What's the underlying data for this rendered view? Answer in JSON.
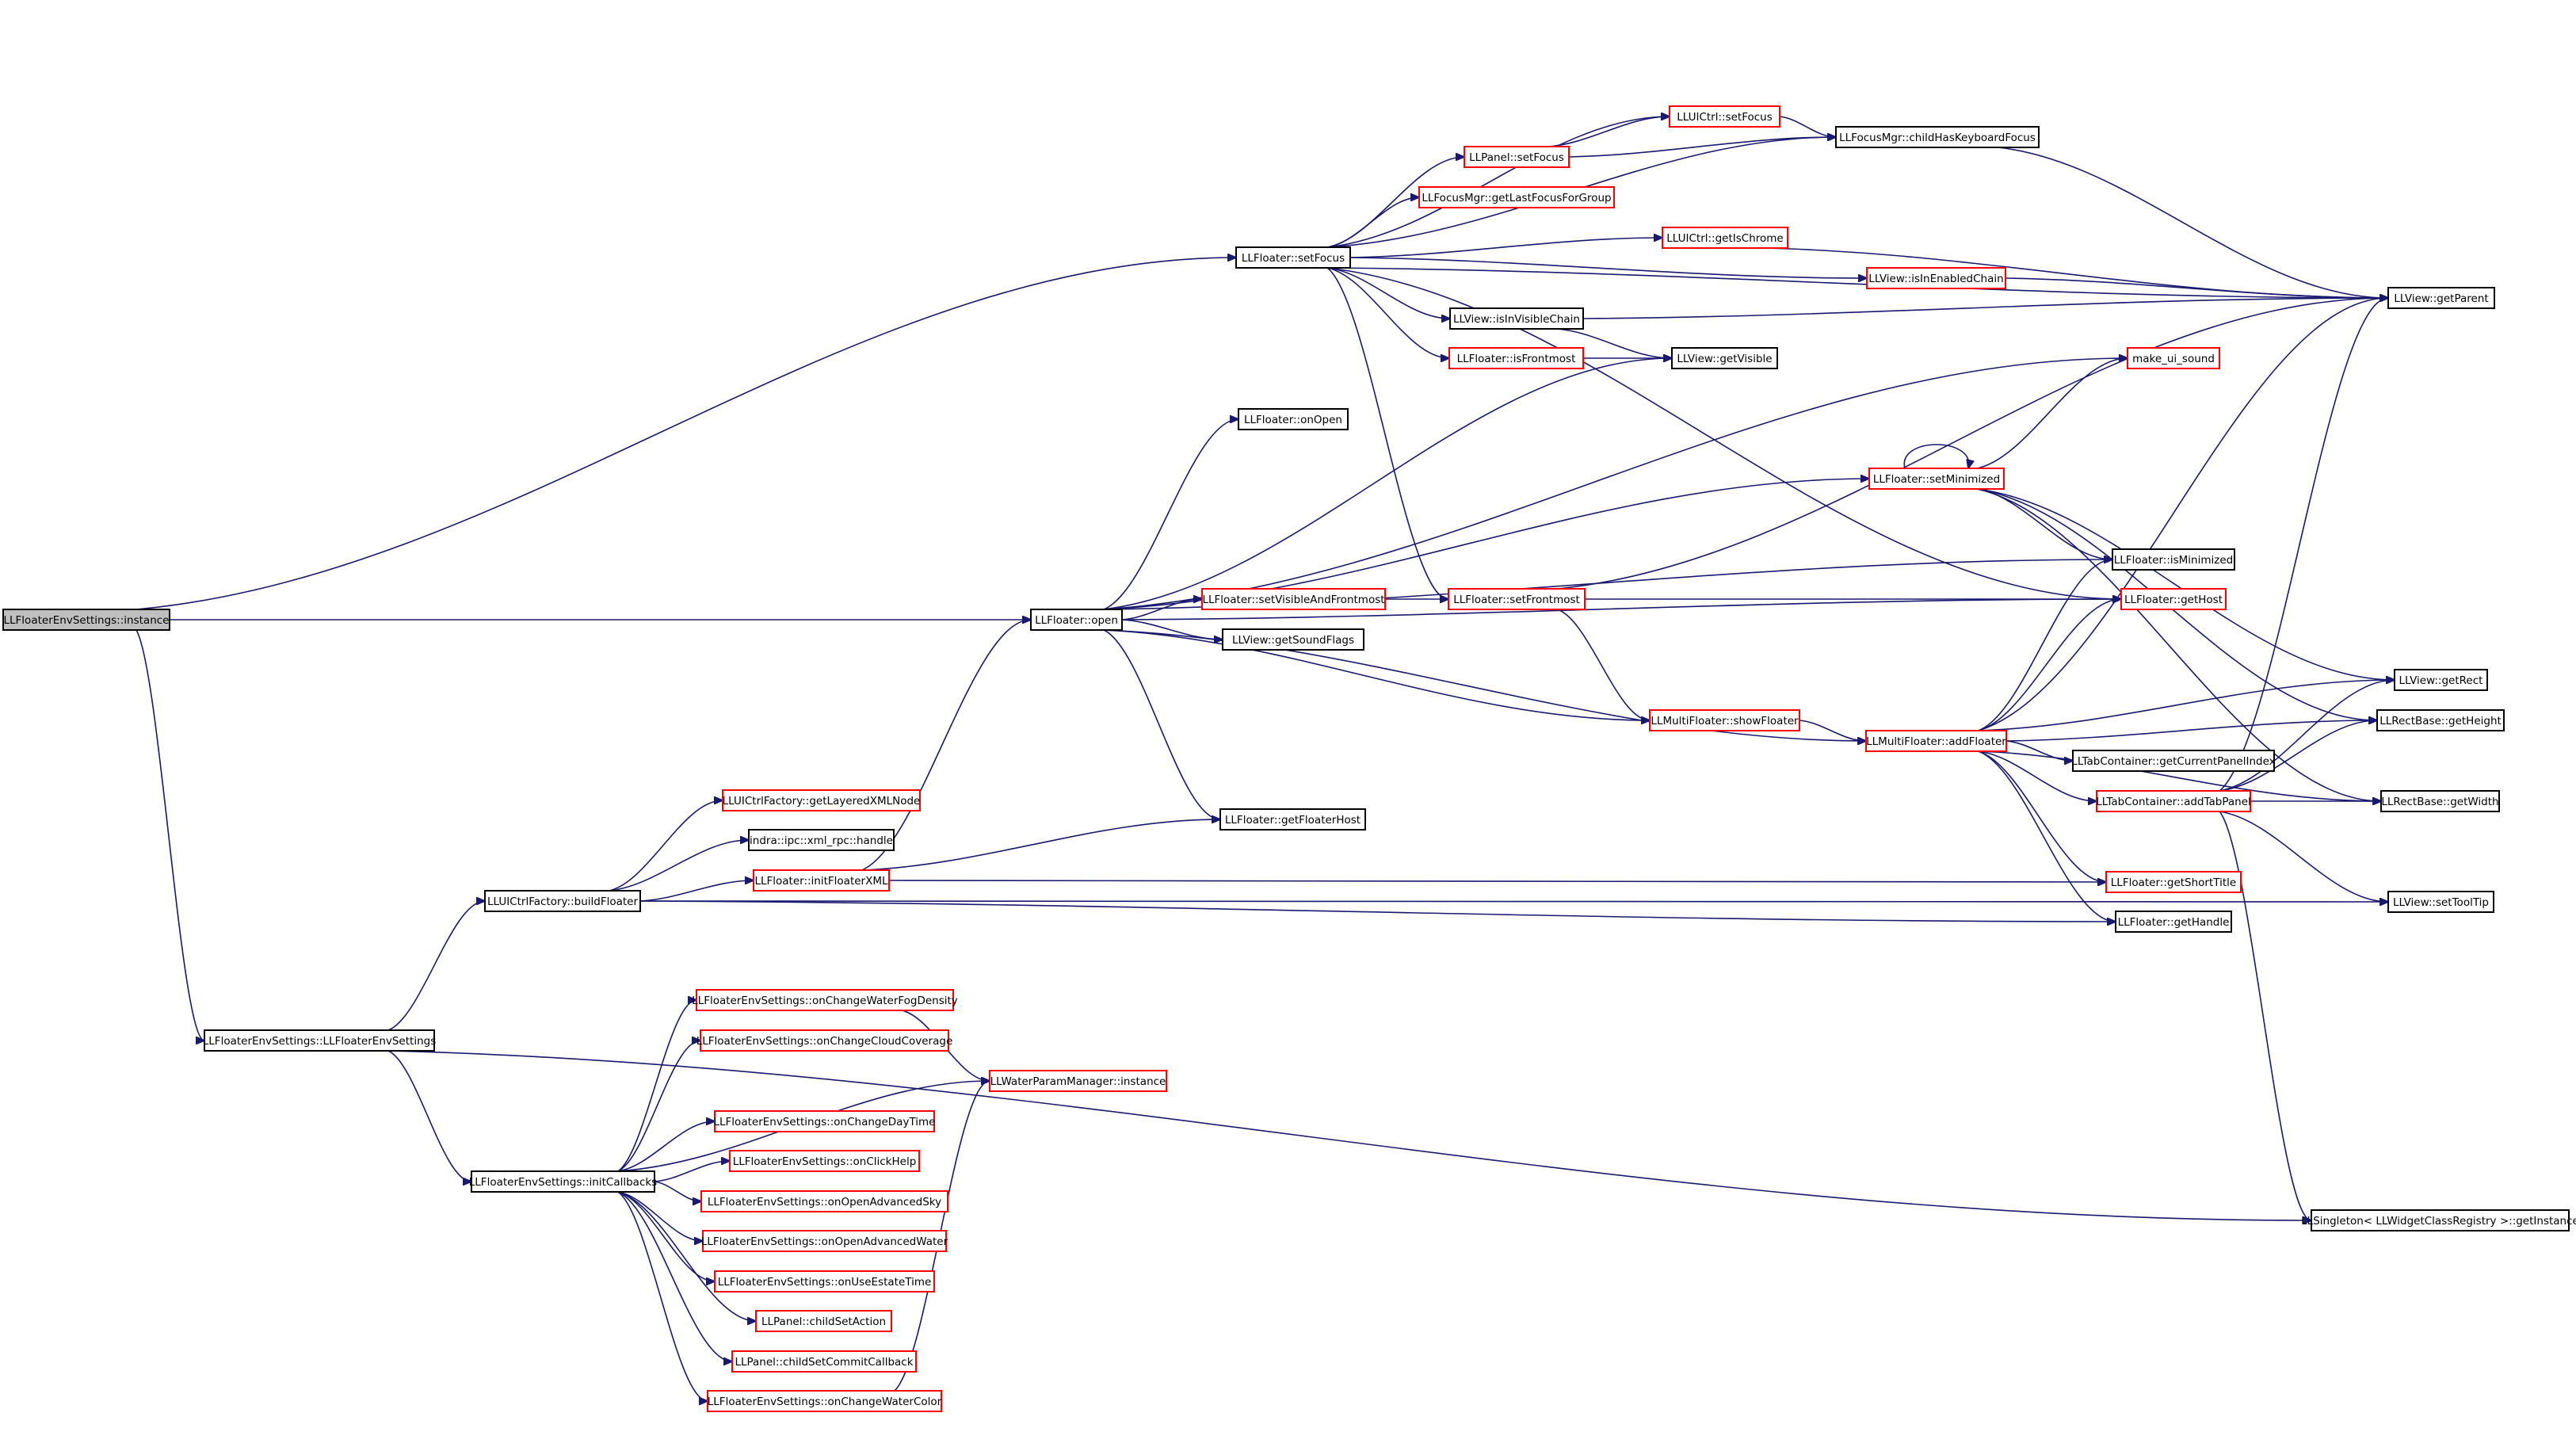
{
  "colors": {
    "edge": "#191970",
    "red_border": "#ff0000",
    "black_border": "#000000",
    "root_fill": "#bfbfbf"
  },
  "nodes": [
    {
      "id": "instance",
      "label": "LLFloaterEnvSettings::instance",
      "style": "root"
    },
    {
      "id": "ctor",
      "label": "LLFloaterEnvSettings::LLFloaterEnvSettings",
      "style": "black"
    },
    {
      "id": "buildFloater",
      "label": "LLUICtrlFactory::buildFloater",
      "style": "black"
    },
    {
      "id": "initCallbacks",
      "label": "LLFloaterEnvSettings::initCallbacks",
      "style": "black"
    },
    {
      "id": "getLayeredXMLNode",
      "label": "LLUICtrlFactory::getLayeredXMLNode",
      "style": "red"
    },
    {
      "id": "xmlrpcHandle",
      "label": "indra::ipc::xml_rpc::handle",
      "style": "black"
    },
    {
      "id": "initFloaterXML",
      "label": "LLFloater::initFloaterXML",
      "style": "red"
    },
    {
      "id": "onChangeWaterFogDensity",
      "label": "LLFloaterEnvSettings::onChangeWaterFogDensity",
      "style": "red"
    },
    {
      "id": "onChangeCloudCoverage",
      "label": "LLFloaterEnvSettings::onChangeCloudCoverage",
      "style": "red"
    },
    {
      "id": "onChangeDayTime",
      "label": "LLFloaterEnvSettings::onChangeDayTime",
      "style": "red"
    },
    {
      "id": "onClickHelp",
      "label": "LLFloaterEnvSettings::onClickHelp",
      "style": "red"
    },
    {
      "id": "onOpenAdvancedSky",
      "label": "LLFloaterEnvSettings::onOpenAdvancedSky",
      "style": "red"
    },
    {
      "id": "onOpenAdvancedWater",
      "label": "LLFloaterEnvSettings::onOpenAdvancedWater",
      "style": "red"
    },
    {
      "id": "onUseEstateTime",
      "label": "LLFloaterEnvSettings::onUseEstateTime",
      "style": "red"
    },
    {
      "id": "childSetAction",
      "label": "LLPanel::childSetAction",
      "style": "red"
    },
    {
      "id": "childSetCommitCallback",
      "label": "LLPanel::childSetCommitCallback",
      "style": "red"
    },
    {
      "id": "onChangeWaterColor",
      "label": "LLFloaterEnvSettings::onChangeWaterColor",
      "style": "red"
    },
    {
      "id": "waterParamInstance",
      "label": "LLWaterParamManager::instance",
      "style": "red"
    },
    {
      "id": "open",
      "label": "LLFloater::open",
      "style": "black"
    },
    {
      "id": "setFocus",
      "label": "LLFloater::setFocus",
      "style": "black"
    },
    {
      "id": "onOpen",
      "label": "LLFloater::onOpen",
      "style": "black"
    },
    {
      "id": "setVisibleAndFrontmost",
      "label": "LLFloater::setVisibleAndFrontmost",
      "style": "red"
    },
    {
      "id": "getSoundFlags",
      "label": "LLView::getSoundFlags",
      "style": "black"
    },
    {
      "id": "getFloaterHost",
      "label": "LLFloater::getFloaterHost",
      "style": "black"
    },
    {
      "id": "uictrlSetFocus",
      "label": "LLUICtrl::setFocus",
      "style": "red"
    },
    {
      "id": "panelSetFocus",
      "label": "LLPanel::setFocus",
      "style": "red"
    },
    {
      "id": "getLastFocusForGroup",
      "label": "LLFocusMgr::getLastFocusForGroup",
      "style": "red"
    },
    {
      "id": "childHasKeyboardFocus",
      "label": "LLFocusMgr::childHasKeyboardFocus",
      "style": "black"
    },
    {
      "id": "getIsChrome",
      "label": "LLUICtrl::getIsChrome",
      "style": "red"
    },
    {
      "id": "isInEnabledChain",
      "label": "LLView::isInEnabledChain",
      "style": "red"
    },
    {
      "id": "isInVisibleChain",
      "label": "LLView::isInVisibleChain",
      "style": "black"
    },
    {
      "id": "isFrontmost",
      "label": "LLFloater::isFrontmost",
      "style": "red"
    },
    {
      "id": "getVisible",
      "label": "LLView::getVisible",
      "style": "black"
    },
    {
      "id": "setFrontmost",
      "label": "LLFloater::setFrontmost",
      "style": "red"
    },
    {
      "id": "showFloater",
      "label": "LLMultiFloater::showFloater",
      "style": "red"
    },
    {
      "id": "addFloater",
      "label": "LLMultiFloater::addFloater",
      "style": "red"
    },
    {
      "id": "makeUiSound",
      "label": "make_ui_sound",
      "style": "red"
    },
    {
      "id": "setMinimized",
      "label": "LLFloater::setMinimized",
      "style": "red"
    },
    {
      "id": "isMinimized",
      "label": "LLFloater::isMinimized",
      "style": "black"
    },
    {
      "id": "getHost",
      "label": "LLFloater::getHost",
      "style": "red"
    },
    {
      "id": "getCurrentPanelIndex",
      "label": "LLTabContainer::getCurrentPanelIndex",
      "style": "black"
    },
    {
      "id": "addTabPanel",
      "label": "LLTabContainer::addTabPanel",
      "style": "red"
    },
    {
      "id": "getShortTitle",
      "label": "LLFloater::getShortTitle",
      "style": "red"
    },
    {
      "id": "getHandle",
      "label": "LLFloater::getHandle",
      "style": "black"
    },
    {
      "id": "getParent",
      "label": "LLView::getParent",
      "style": "black"
    },
    {
      "id": "getRect",
      "label": "LLView::getRect",
      "style": "black"
    },
    {
      "id": "getHeight",
      "label": "LLRectBase::getHeight",
      "style": "black"
    },
    {
      "id": "getWidth",
      "label": "LLRectBase::getWidth",
      "style": "black"
    },
    {
      "id": "setToolTip",
      "label": "LLView::setToolTip",
      "style": "black"
    },
    {
      "id": "getInstance",
      "label": "LLSingleton< LLWidgetClassRegistry >::getInstance",
      "style": "black"
    }
  ],
  "edges": [
    [
      "instance",
      "setFocus"
    ],
    [
      "instance",
      "open"
    ],
    [
      "instance",
      "ctor"
    ],
    [
      "ctor",
      "buildFloater"
    ],
    [
      "ctor",
      "initCallbacks"
    ],
    [
      "ctor",
      "getInstance"
    ],
    [
      "buildFloater",
      "getLayeredXMLNode"
    ],
    [
      "buildFloater",
      "xmlrpcHandle"
    ],
    [
      "buildFloater",
      "initFloaterXML"
    ],
    [
      "buildFloater",
      "getHandle"
    ],
    [
      "buildFloater",
      "setToolTip"
    ],
    [
      "initFloaterXML",
      "open"
    ],
    [
      "initFloaterXML",
      "getFloaterHost"
    ],
    [
      "initFloaterXML",
      "getShortTitle"
    ],
    [
      "initCallbacks",
      "onChangeWaterFogDensity"
    ],
    [
      "initCallbacks",
      "onChangeCloudCoverage"
    ],
    [
      "initCallbacks",
      "waterParamInstance"
    ],
    [
      "initCallbacks",
      "onChangeDayTime"
    ],
    [
      "initCallbacks",
      "onClickHelp"
    ],
    [
      "initCallbacks",
      "onOpenAdvancedSky"
    ],
    [
      "initCallbacks",
      "onOpenAdvancedWater"
    ],
    [
      "initCallbacks",
      "onUseEstateTime"
    ],
    [
      "initCallbacks",
      "childSetAction"
    ],
    [
      "initCallbacks",
      "childSetCommitCallback"
    ],
    [
      "initCallbacks",
      "onChangeWaterColor"
    ],
    [
      "onChangeWaterFogDensity",
      "waterParamInstance"
    ],
    [
      "onChangeWaterColor",
      "waterParamInstance"
    ],
    [
      "open",
      "getVisible"
    ],
    [
      "open",
      "onOpen"
    ],
    [
      "open",
      "makeUiSound"
    ],
    [
      "open",
      "setMinimized"
    ],
    [
      "open",
      "isMinimized"
    ],
    [
      "open",
      "setVisibleAndFrontmost"
    ],
    [
      "open",
      "getSoundFlags"
    ],
    [
      "open",
      "getHost"
    ],
    [
      "open",
      "showFloater"
    ],
    [
      "open",
      "addFloater"
    ],
    [
      "open",
      "getFloaterHost"
    ],
    [
      "setVisibleAndFrontmost",
      "setFrontmost"
    ],
    [
      "setFrontmost",
      "showFloater"
    ],
    [
      "setFrontmost",
      "getHost"
    ],
    [
      "setFrontmost",
      "getParent"
    ],
    [
      "showFloater",
      "addFloater"
    ],
    [
      "setFocus",
      "uictrlSetFocus"
    ],
    [
      "setFocus",
      "panelSetFocus"
    ],
    [
      "setFocus",
      "getLastFocusForGroup"
    ],
    [
      "setFocus",
      "childHasKeyboardFocus"
    ],
    [
      "setFocus",
      "getIsChrome"
    ],
    [
      "setFocus",
      "isInEnabledChain"
    ],
    [
      "setFocus",
      "isInVisibleChain"
    ],
    [
      "setFocus",
      "isFrontmost"
    ],
    [
      "setFocus",
      "setFrontmost"
    ],
    [
      "setFocus",
      "getHost"
    ],
    [
      "setFocus",
      "getParent"
    ],
    [
      "panelSetFocus",
      "uictrlSetFocus"
    ],
    [
      "panelSetFocus",
      "childHasKeyboardFocus"
    ],
    [
      "uictrlSetFocus",
      "childHasKeyboardFocus"
    ],
    [
      "childHasKeyboardFocus",
      "getParent"
    ],
    [
      "getIsChrome",
      "getParent"
    ],
    [
      "isInEnabledChain",
      "getParent"
    ],
    [
      "isInVisibleChain",
      "getVisible"
    ],
    [
      "isInVisibleChain",
      "getParent"
    ],
    [
      "isFrontmost",
      "getVisible"
    ],
    [
      "setMinimized",
      "setMinimized"
    ],
    [
      "setMinimized",
      "makeUiSound"
    ],
    [
      "setMinimized",
      "isMinimized"
    ],
    [
      "setMinimized",
      "getRect"
    ],
    [
      "setMinimized",
      "getHeight"
    ],
    [
      "setMinimized",
      "getWidth"
    ],
    [
      "addFloater",
      "isMinimized"
    ],
    [
      "addFloater",
      "getHost"
    ],
    [
      "addFloater",
      "getCurrentPanelIndex"
    ],
    [
      "addFloater",
      "addTabPanel"
    ],
    [
      "addFloater",
      "getShortTitle"
    ],
    [
      "addFloater",
      "getHandle"
    ],
    [
      "addFloater",
      "getParent"
    ],
    [
      "addFloater",
      "getRect"
    ],
    [
      "addFloater",
      "getHeight"
    ],
    [
      "addFloater",
      "getWidth"
    ],
    [
      "addTabPanel",
      "getParent"
    ],
    [
      "addTabPanel",
      "getHeight"
    ],
    [
      "addTabPanel",
      "getWidth"
    ],
    [
      "addTabPanel",
      "getRect"
    ],
    [
      "addTabPanel",
      "setToolTip"
    ],
    [
      "addTabPanel",
      "getInstance"
    ]
  ]
}
